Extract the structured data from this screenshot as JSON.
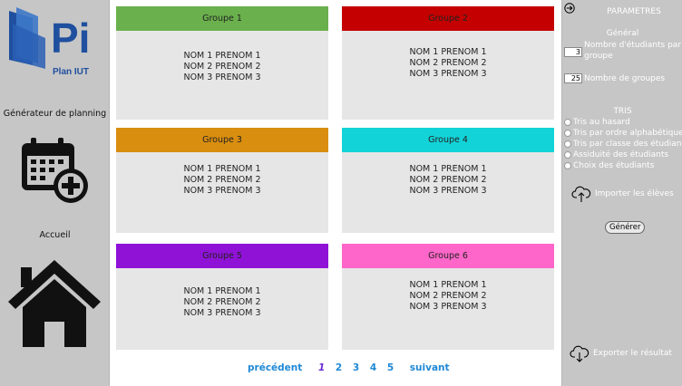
{
  "sidebar": {
    "logo_text": "Plan IUT",
    "logo_letters": "Pi",
    "generator_label": "Générateur de planning",
    "home_label": "Accueil"
  },
  "groups": [
    {
      "title": "Groupe 1",
      "color": "#6ab04c",
      "members": [
        "NOM 1 PRENOM 1",
        "NOM 2 PRENOM 2",
        "NOM 3 PRENOM 3"
      ]
    },
    {
      "title": "Groupe 2",
      "color": "#c40000",
      "members": [
        "NOM 1 PRENOM 1",
        "NOM 2 PRENOM 2",
        "NOM 3 PRENOM 3"
      ]
    },
    {
      "title": "Groupe 3",
      "color": "#d98e10",
      "members": [
        "NOM 1 PRENOM 1",
        "NOM 2 PRENOM 2",
        "NOM 3 PRENOM 3"
      ]
    },
    {
      "title": "Groupe 4",
      "color": "#12d3d8",
      "members": [
        "NOM 1 PRENOM 1",
        "NOM 2 PRENOM 2",
        "NOM 3 PRENOM 3"
      ]
    },
    {
      "title": "Groupe 5",
      "color": "#8f12d6",
      "members": [
        "NOM 1 PRENOM 1",
        "NOM 2 PRENOM 2",
        "NOM 3 PRENOM 3"
      ]
    },
    {
      "title": "Groupe 6",
      "color": "#ff66c9",
      "members": [
        "NOM 1 PRENOM 1",
        "NOM 2 PRENOM 2",
        "NOM 3 PRENOM 3"
      ]
    }
  ],
  "pagination": {
    "prev": "précédent",
    "pages": [
      "1",
      "2",
      "3",
      "4",
      "5"
    ],
    "current": "1",
    "next": "suivant"
  },
  "panel": {
    "title": "PARAMETRES",
    "general_heading": "Général",
    "students_per_group_label": "Nombre d'étudiants par groupe",
    "students_per_group_value": "3",
    "group_count_label": "Nombre de groupes",
    "group_count_value": "25",
    "sort_heading": "TRIS",
    "sort_options": [
      "Tris au hasard",
      "Tris par ordre alphabétique",
      "Tris par classe des étudiants",
      "Assiduité des étudiants",
      "Choix des étudiants"
    ],
    "import_label": "Importer les élèves",
    "generate_label": "Générer",
    "export_label": "Exporter le résultat"
  }
}
